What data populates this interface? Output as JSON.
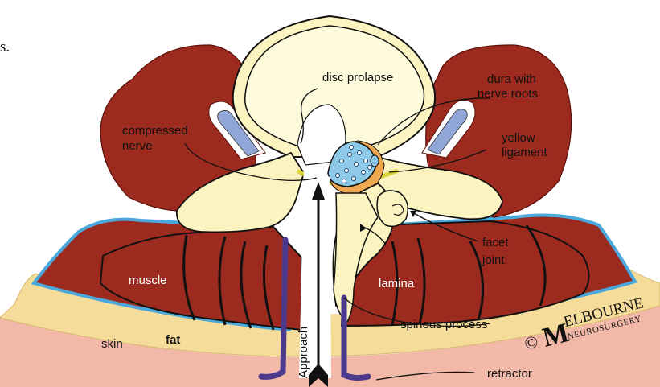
{
  "fragment_text": "s.",
  "labels": {
    "disc_prolapse": "disc prolapse",
    "dura_line1": "dura with",
    "dura_line2": "nerve roots",
    "compressed_line1": "compressed",
    "compressed_line2": "nerve",
    "yellow_line1": "yellow",
    "yellow_line2": "ligament",
    "facet_line1": "facet",
    "facet_line2": "joint",
    "muscle": "muscle",
    "lamina": "lamina",
    "fat": "fat",
    "skin": "skin",
    "approach": "Approach",
    "spinous_process": "spinous process",
    "retractor": "retractor"
  },
  "logo": {
    "copyright": "©",
    "initial": "M",
    "top": "ELBOURNE",
    "bottom": "NEUROSURGERY"
  },
  "colors": {
    "muscle": "#9c2a1e",
    "muscle_outline": "#5a0f08",
    "fascia": "#4aa8dc",
    "bone": "#fbf3c0",
    "disc": "#fdfbdc",
    "fat": "#f5dc9a",
    "skin": "#f2b8a8",
    "dura": "#8ec9e8",
    "yellow_ligament": "#d8d43a",
    "orange_fat": "#f0a850",
    "nerve_blue": "#8fa6d6",
    "retractor": "#4b3a8c"
  }
}
